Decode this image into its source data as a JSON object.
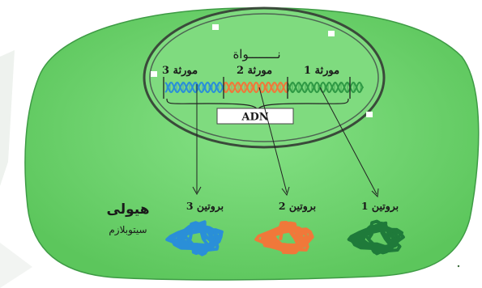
{
  "diagram": {
    "nucleus_label": "نــــــــواة",
    "dna_label": "ADN",
    "genes": [
      {
        "label": "مورثة 3",
        "color": "#2a8fd8"
      },
      {
        "label": "مورثة 2",
        "color": "#f0783a"
      },
      {
        "label": "مورثة 1",
        "color": "#2f9a45"
      }
    ],
    "proteins": [
      {
        "label": "بروتين 3",
        "color": "#2a8fd8"
      },
      {
        "label": "بروتين 2",
        "color": "#f0783a"
      },
      {
        "label": "بروتين 1",
        "color": "#1f7a3a"
      }
    ],
    "cytoplasm_title": "هيولى",
    "cytoplasm_subtitle": "سيتوبلازم",
    "colors": {
      "cell_fill": "#6fd36f",
      "cell_edge": "#2f8f3a",
      "nucleus_fill": "#8ae08a",
      "nuclear_envelope": "#3a4a3a",
      "background": "#ffffff"
    }
  }
}
